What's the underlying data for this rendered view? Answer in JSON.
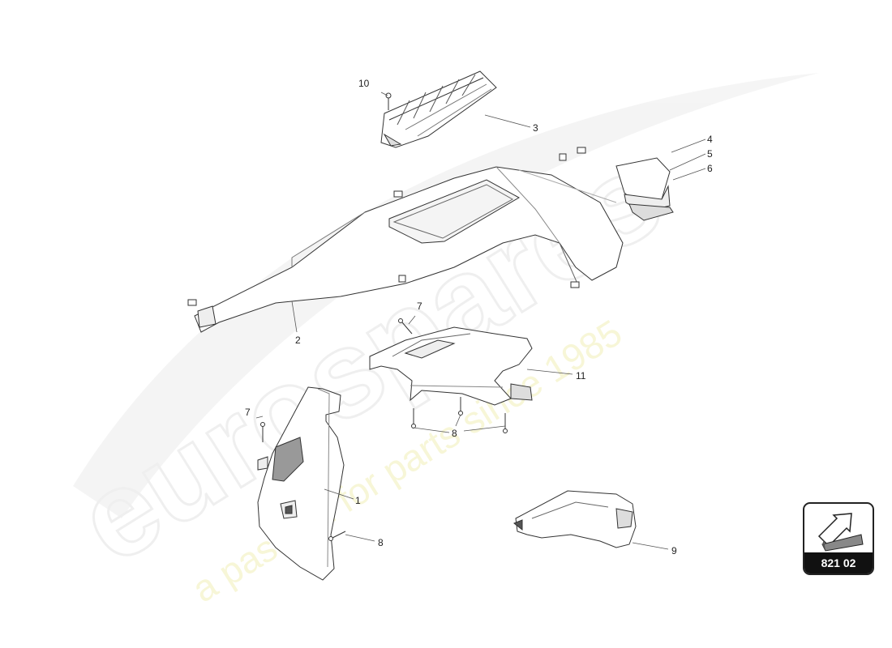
{
  "watermark": {
    "brand": "eurospares",
    "tagline": "a passion for parts since 1985"
  },
  "callouts": {
    "c1": "1",
    "c2": "2",
    "c3": "3",
    "c4": "4",
    "c5": "5",
    "c6": "6",
    "c7a": "7",
    "c7b": "7",
    "c8a": "8",
    "c8b": "8",
    "c9": "9",
    "c10": "10",
    "c11": "11"
  },
  "badge": {
    "code": "821 02",
    "icon": "arrow-icon"
  }
}
